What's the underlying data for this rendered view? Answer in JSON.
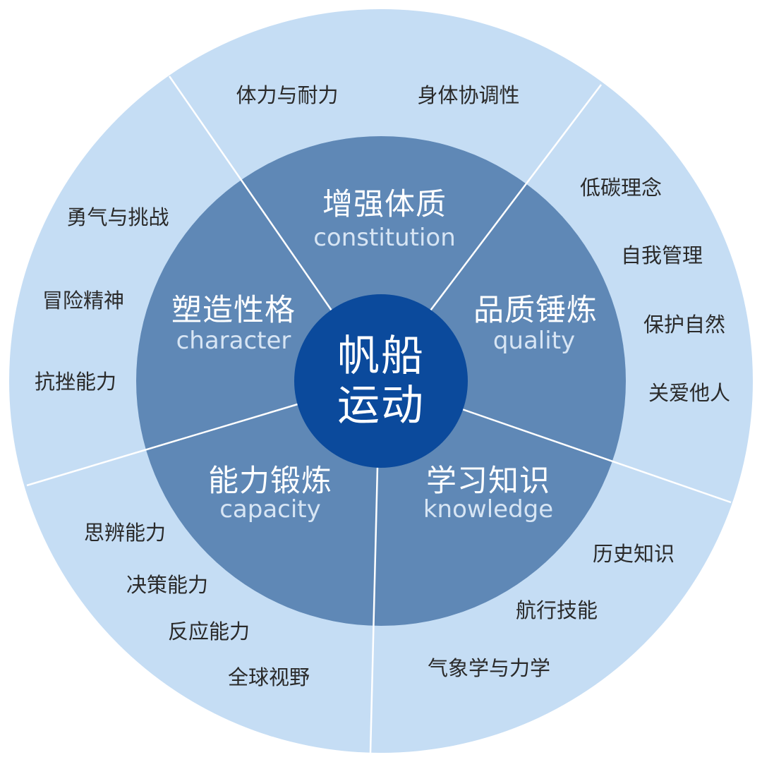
{
  "center": {
    "line1": "帆船",
    "line2": "运动"
  },
  "colors": {
    "outer_ring": "#c5ddf4",
    "middle_ring": "#5f88b6",
    "hub": "#0b4a9c",
    "divider": "#ffffff"
  },
  "sectors": [
    {
      "id": "constitution",
      "title": "增强体质",
      "subtitle": "constitution",
      "items": [
        "体力与耐力",
        "身体协调性"
      ]
    },
    {
      "id": "quality",
      "title": "品质锤炼",
      "subtitle": "quality",
      "items": [
        "低碳理念",
        "自我管理",
        "保护自然",
        "关爱他人"
      ]
    },
    {
      "id": "knowledge",
      "title": "学习知识",
      "subtitle": "knowledge",
      "items": [
        "历史知识",
        "航行技能",
        "气象学与力学"
      ]
    },
    {
      "id": "capacity",
      "title": "能力锻炼",
      "subtitle": "capacity",
      "items": [
        "思辨能力",
        "决策能力",
        "反应能力",
        "全球视野"
      ]
    },
    {
      "id": "character",
      "title": "塑造性格",
      "subtitle": "character",
      "items": [
        "勇气与挑战",
        "冒险精神",
        "抗挫能力"
      ]
    }
  ]
}
